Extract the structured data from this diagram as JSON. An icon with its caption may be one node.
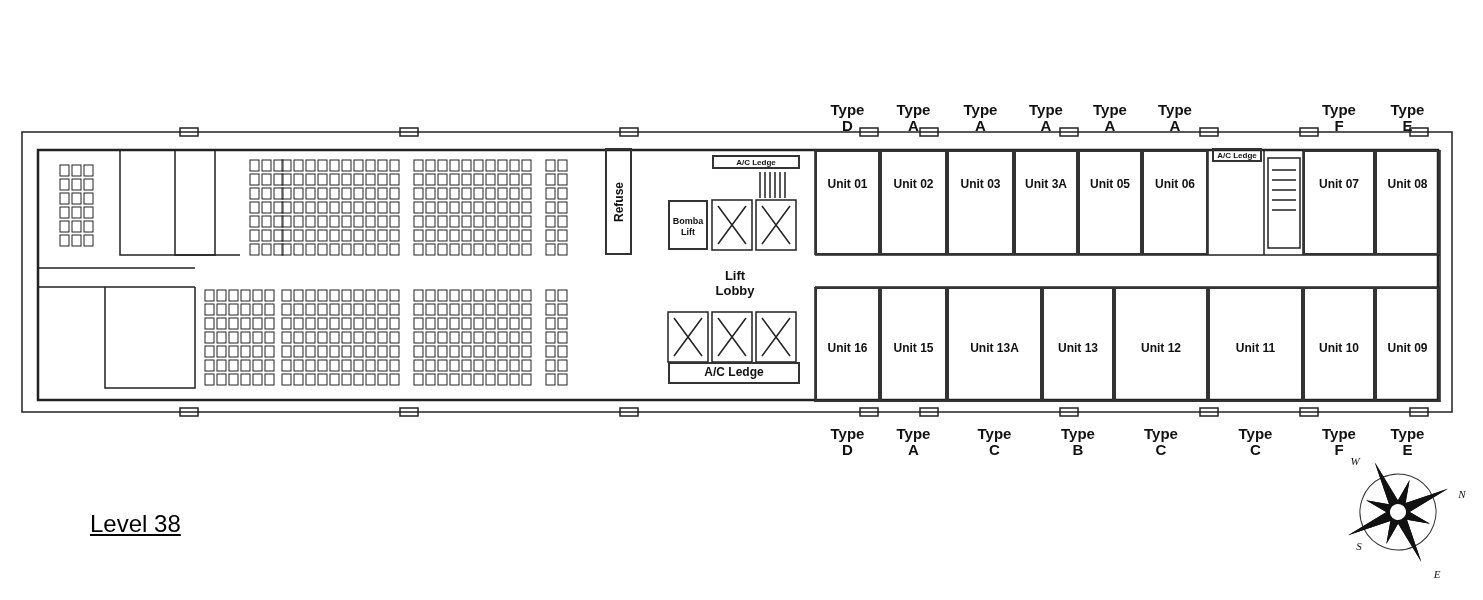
{
  "diagram": {
    "title": "Level 38",
    "nodes": [
      {
        "text": [
          "Refuse"
        ]
      },
      {
        "text": [
          "A/C Ledge"
        ]
      },
      {
        "text": [
          "Unit 01"
        ],
        "beside": [
          "Type D"
        ]
      },
      {
        "text": [
          "Unit 02"
        ],
        "beside": [
          "Type A"
        ]
      },
      {
        "text": [
          "Unit 03"
        ],
        "beside": [
          "Type A"
        ]
      },
      {
        "text": [
          "Unit 3A"
        ],
        "beside": [
          "Type A"
        ]
      },
      {
        "text": [
          "Unit 05"
        ],
        "beside": [
          "Type A"
        ]
      },
      {
        "text": [
          "Unit 06"
        ],
        "beside": [
          "Type A"
        ]
      },
      {
        "text": [
          "A/C Ledge"
        ]
      },
      {
        "text": [
          "Unit 07"
        ],
        "beside": [
          "Type F"
        ]
      },
      {
        "text": [
          "Unit 08"
        ],
        "beside": [
          "Type E"
        ]
      },
      {
        "text": [
          "Bomba Lift"
        ]
      },
      {
        "text": [
          "A/C Ledge"
        ]
      },
      {
        "text": [
          "Unit 16"
        ],
        "beside": [
          "Type D"
        ]
      },
      {
        "text": [
          "Unit 15"
        ],
        "beside": [
          "Type A"
        ]
      },
      {
        "text": [
          "Unit 13A"
        ],
        "beside": [
          "Type C"
        ]
      },
      {
        "text": [
          "Unit 13"
        ],
        "beside": [
          "Type B"
        ]
      },
      {
        "text": [
          "Unit 12"
        ],
        "beside": [
          "Type C"
        ]
      },
      {
        "text": [
          "Unit 11"
        ],
        "beside": [
          "Type C"
        ]
      },
      {
        "text": [
          "Unit 10"
        ],
        "beside": [
          "Type F"
        ]
      },
      {
        "text": [
          "Unit 09"
        ],
        "beside": [
          "Type E"
        ]
      }
    ],
    "labels": [
      "Lift Lobby",
      "W",
      "N",
      "S",
      "E"
    ]
  }
}
